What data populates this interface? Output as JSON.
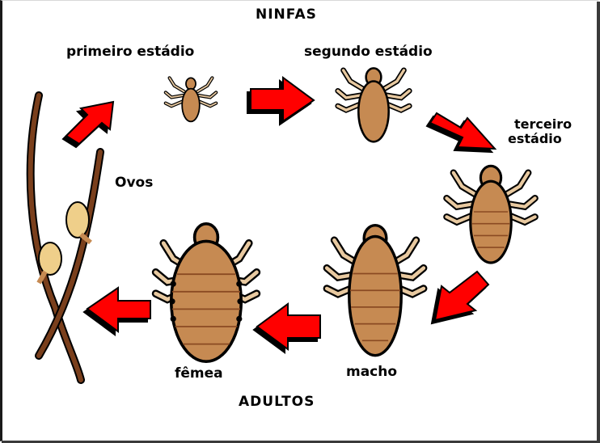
{
  "labels": {
    "nymphs": "NINFAS",
    "first_stage": "primeiro estádio",
    "second_stage": "segundo estádio",
    "third_stage_line1": "terceiro",
    "third_stage_line2": "estádio",
    "eggs": "Ovos",
    "female": "fêmea",
    "male": "macho",
    "adults": "ADULTOS"
  },
  "colors": {
    "body": "#c68a52",
    "body_dark": "#8a4a22",
    "outline": "#000000",
    "arrow": "#ff0000",
    "arrow_shadow": "#000000",
    "hair": "#6b3a1a",
    "egg": "#efcf8a"
  }
}
